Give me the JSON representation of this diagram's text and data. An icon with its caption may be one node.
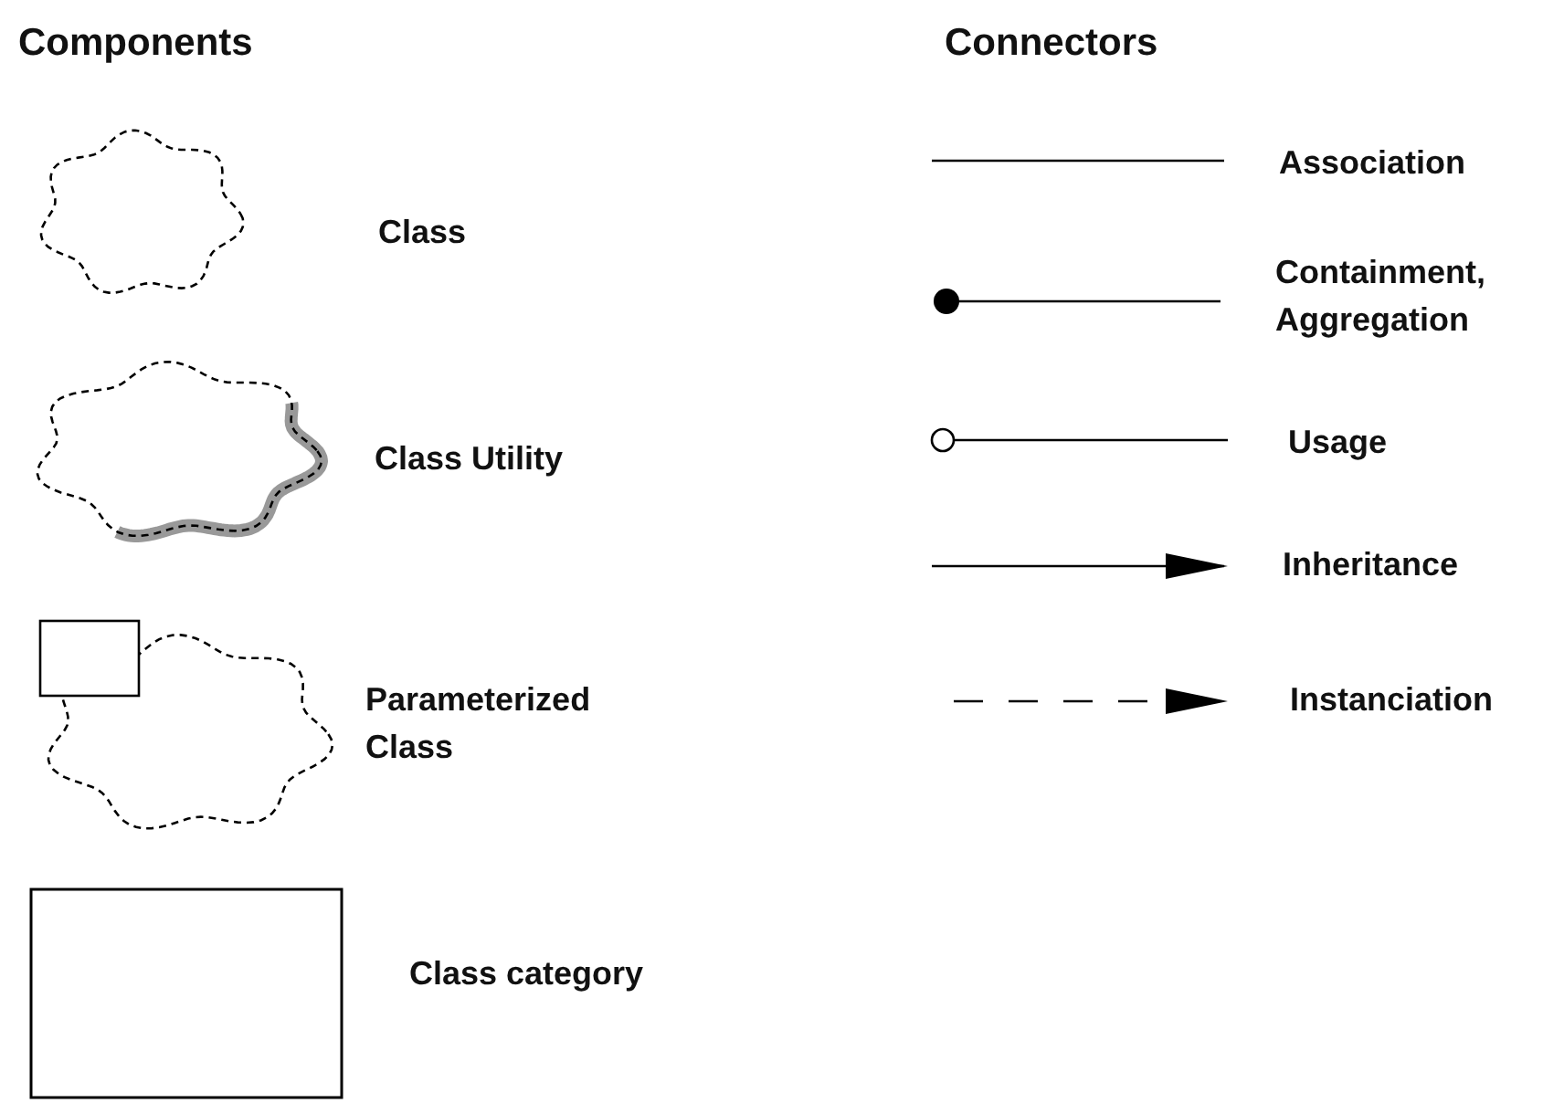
{
  "diagram": {
    "labels": [
      "Components",
      "Connectors"
    ],
    "legend": [
      {
        "text": "Class"
      },
      {
        "text": "Class Utility"
      },
      {
        "text": "Parameterized Class"
      },
      {
        "text": "Class category"
      },
      {
        "text": "Association"
      },
      {
        "text": "Containment, Aggregation"
      },
      {
        "text": "Usage"
      },
      {
        "text": "Inheritance"
      },
      {
        "text": "Instanciation"
      }
    ]
  }
}
